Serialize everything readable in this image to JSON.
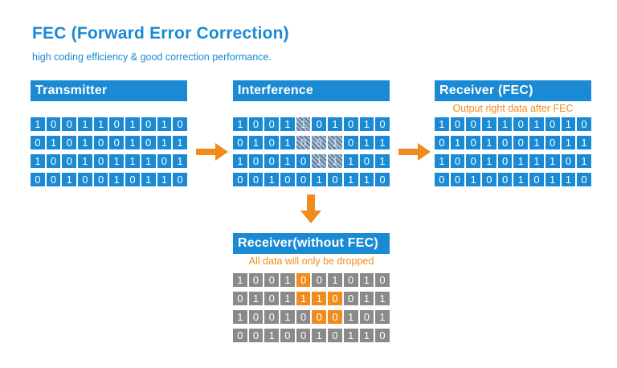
{
  "title": "FEC (Forward Error Correction)",
  "subtitle": "high coding efficiency & good correction performance.",
  "colors": {
    "blue": "#1a8ad4",
    "orange": "#f08c1e",
    "gray": "#8a8a8a"
  },
  "panels": {
    "transmitter": {
      "label": "Transmitter",
      "rows": [
        [
          "1",
          "0",
          "0",
          "1",
          "1",
          "0",
          "1",
          "0",
          "1",
          "0"
        ],
        [
          "0",
          "1",
          "0",
          "1",
          "0",
          "0",
          "1",
          "0",
          "1",
          "1"
        ],
        [
          "1",
          "0",
          "0",
          "1",
          "0",
          "1",
          "1",
          "1",
          "0",
          "1"
        ],
        [
          "0",
          "0",
          "1",
          "0",
          "0",
          "1",
          "0",
          "1",
          "1",
          "0"
        ]
      ]
    },
    "interference": {
      "label": "Interference",
      "rows": [
        [
          "1",
          "0",
          "0",
          "1",
          "1",
          "0",
          "1",
          "0",
          "1",
          "0"
        ],
        [
          "0",
          "1",
          "0",
          "1",
          "0",
          "0",
          "1",
          "0",
          "1",
          "1"
        ],
        [
          "1",
          "0",
          "0",
          "1",
          "0",
          "1",
          "1",
          "1",
          "0",
          "1"
        ],
        [
          "0",
          "0",
          "1",
          "0",
          "0",
          "1",
          "0",
          "1",
          "1",
          "0"
        ]
      ],
      "noisy_cells": [
        [
          0,
          4
        ],
        [
          1,
          4
        ],
        [
          1,
          5
        ],
        [
          1,
          6
        ],
        [
          2,
          5
        ],
        [
          2,
          6
        ]
      ]
    },
    "receiver_fec": {
      "label": "Receiver (FEC)",
      "note": "Output right data after FEC",
      "rows": [
        [
          "1",
          "0",
          "0",
          "1",
          "1",
          "0",
          "1",
          "0",
          "1",
          "0"
        ],
        [
          "0",
          "1",
          "0",
          "1",
          "0",
          "0",
          "1",
          "0",
          "1",
          "1"
        ],
        [
          "1",
          "0",
          "0",
          "1",
          "0",
          "1",
          "1",
          "1",
          "0",
          "1"
        ],
        [
          "0",
          "0",
          "1",
          "0",
          "0",
          "1",
          "0",
          "1",
          "1",
          "0"
        ]
      ]
    },
    "receiver_no_fec": {
      "label": "Receiver(without FEC)",
      "note": "All data will only be dropped",
      "rows": [
        [
          "1",
          "0",
          "0",
          "1",
          "0",
          "0",
          "1",
          "0",
          "1",
          "0"
        ],
        [
          "0",
          "1",
          "0",
          "1",
          "1",
          "1",
          "0",
          "0",
          "1",
          "1"
        ],
        [
          "1",
          "0",
          "0",
          "1",
          "0",
          "0",
          "0",
          "1",
          "0",
          "1"
        ],
        [
          "0",
          "0",
          "1",
          "0",
          "0",
          "1",
          "0",
          "1",
          "1",
          "0"
        ]
      ],
      "error_cells": [
        [
          0,
          4
        ],
        [
          1,
          4
        ],
        [
          1,
          5
        ],
        [
          1,
          6
        ],
        [
          2,
          5
        ],
        [
          2,
          6
        ]
      ]
    }
  }
}
